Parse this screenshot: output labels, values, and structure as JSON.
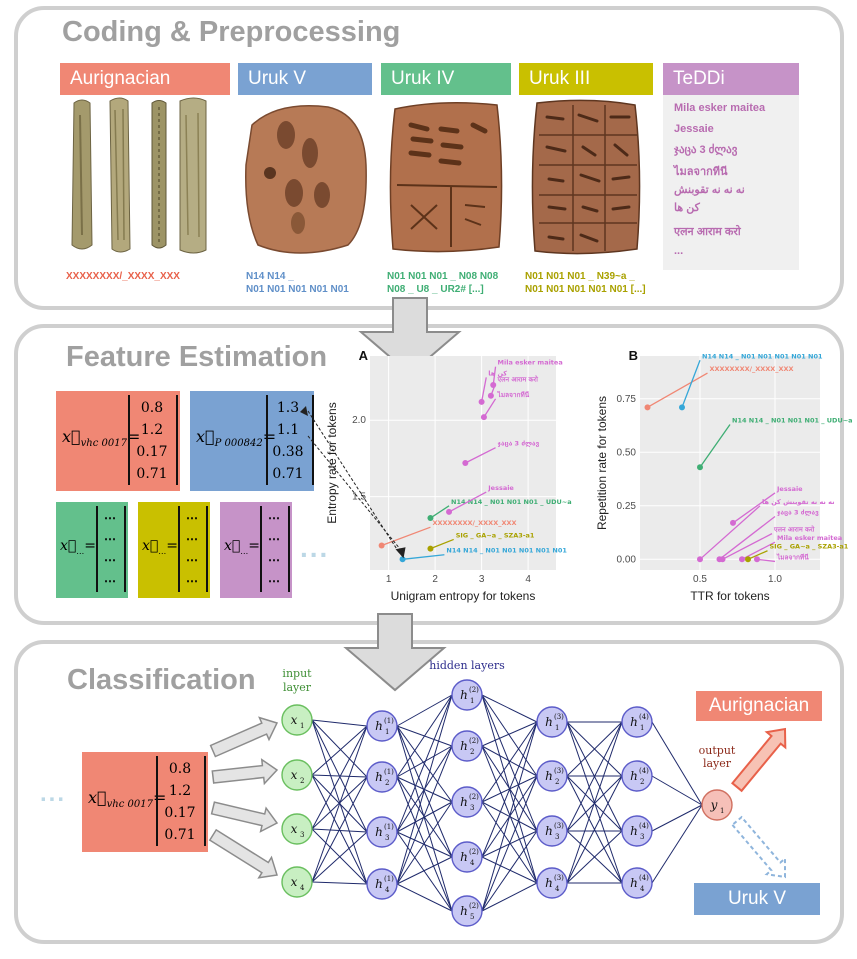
{
  "sections": {
    "coding": "Coding & Preprocessing",
    "feature": "Feature Estimation",
    "classification": "Classification"
  },
  "corpora": [
    {
      "name": "Aurignacian",
      "color": "#f08774",
      "caption": [
        "XXXXXXXX/_XXXX_XXX"
      ],
      "caption_color": "#e8614a"
    },
    {
      "name": "Uruk V",
      "color": "#7aa2d2",
      "caption": [
        "N14 N14 _",
        "N01 N01 N01 N01 N01"
      ],
      "caption_color": "#5f8fc8"
    },
    {
      "name": "Uruk IV",
      "color": "#63c08c",
      "caption": [
        "N01 N01 N01 _ N08 N08",
        "N08 _ U8 _ UR2# [...]"
      ],
      "caption_color": "#3fae74"
    },
    {
      "name": "Uruk III",
      "color": "#c9c000",
      "caption": [
        "N01 N01 N01 _ N39~a _",
        "N01 N01 N01 N01 N01 [...]"
      ],
      "caption_color": "#a9a100"
    },
    {
      "name": "TeDDi",
      "color": "#c693c8",
      "caption": [],
      "caption_color": "#b86bb0"
    }
  ],
  "teddi_lines": [
    "Mila esker maitea",
    "Jessaie",
    "ჯაცა 3 ძლავ",
    "ไมลจากทีนี",
    "نه نه نه تقوبنش",
    "کن ها",
    "एलन आराम करो",
    "..."
  ],
  "vectors": {
    "a": {
      "sub": "vhc 0017",
      "values": [
        "0.8",
        "1.2",
        "0.17",
        "0.71"
      ]
    },
    "b": {
      "sub": "P 000842",
      "values": [
        "1.3",
        "1.1",
        "0.38",
        "0.71"
      ]
    },
    "ellipsis": "⋯",
    "dots": "...",
    "eq": "="
  },
  "chart_data": [
    {
      "panel_label": "A",
      "type": "scatter",
      "xlabel": "Unigram entropy for tokens",
      "ylabel": "Entropy rate for tokens",
      "xlim": [
        0.6,
        4.6
      ],
      "ylim": [
        1.02,
        2.42
      ],
      "xticks": [
        "1",
        "2",
        "3",
        "4"
      ],
      "yticks": [
        "1.5",
        "2.0"
      ],
      "grid": true,
      "points": [
        {
          "x": 0.85,
          "y": 1.18,
          "lx": 1.9,
          "ly": 1.3,
          "label": "XXXXXXXX/_XXXX_XXX",
          "color": "#f08774"
        },
        {
          "x": 1.3,
          "y": 1.09,
          "lx": 2.2,
          "ly": 1.12,
          "label": "N14 N14 _ N01 N01 N01 N01 N01",
          "color": "#35a7d8"
        },
        {
          "x": 1.9,
          "y": 1.16,
          "lx": 2.4,
          "ly": 1.22,
          "label": "SIG _ GA~a _ SZA3-a1",
          "color": "#a9a100"
        },
        {
          "x": 1.9,
          "y": 1.36,
          "lx": 2.3,
          "ly": 1.44,
          "label": "N14 N14 _ N01 N01 N01 _ UDU~a",
          "color": "#3fae74"
        },
        {
          "x": 2.3,
          "y": 1.4,
          "lx": 3.1,
          "ly": 1.53,
          "label": "Jessaie",
          "color": "#d46ad2"
        },
        {
          "x": 2.65,
          "y": 1.72,
          "lx": 3.3,
          "ly": 1.82,
          "label": "ჯაცა 3 ძლავ",
          "color": "#d46ad2"
        },
        {
          "x": 3.05,
          "y": 2.02,
          "lx": 3.3,
          "ly": 2.14,
          "label": "ไมลจากทีนี",
          "color": "#d46ad2"
        },
        {
          "x": 3.0,
          "y": 2.12,
          "lx": 3.1,
          "ly": 2.28,
          "label": "کن ها",
          "color": "#d46ad2"
        },
        {
          "x": 3.2,
          "y": 2.16,
          "lx": 3.3,
          "ly": 2.24,
          "label": "एलन आराम करो",
          "color": "#d46ad2"
        },
        {
          "x": 3.25,
          "y": 2.23,
          "lx": 3.3,
          "ly": 2.35,
          "label": "Mila esker maitea",
          "color": "#d46ad2"
        }
      ]
    },
    {
      "panel_label": "B",
      "type": "scatter",
      "xlabel": "TTR for tokens",
      "ylabel": "Repetition rate for tokens",
      "xlim": [
        0.1,
        1.3
      ],
      "ylim": [
        -0.05,
        0.95
      ],
      "xticks": [
        "0.5",
        "1.0"
      ],
      "yticks": [
        "0.00",
        "0.25",
        "0.50",
        "0.75"
      ],
      "grid": true,
      "points": [
        {
          "x": 0.15,
          "y": 0.71,
          "lx": 0.55,
          "ly": 0.87,
          "label": "XXXXXXXX/_XXXX_XXX",
          "color": "#f08774"
        },
        {
          "x": 0.38,
          "y": 0.71,
          "lx": 0.5,
          "ly": 0.93,
          "label": "N14 N14 _ N01 N01 N01 N01 N01",
          "color": "#35a7d8"
        },
        {
          "x": 0.5,
          "y": 0.43,
          "lx": 0.7,
          "ly": 0.63,
          "label": "N14 N14 _ N01 N01 N01 _ UDU~a",
          "color": "#3fae74"
        },
        {
          "x": 0.5,
          "y": 0.0,
          "lx": 0.9,
          "ly": 0.25,
          "label": "نه نه نه تقوبنش کن ها",
          "color": "#d46ad2"
        },
        {
          "x": 0.72,
          "y": 0.17,
          "lx": 1.0,
          "ly": 0.31,
          "label": "Jessaie",
          "color": "#d46ad2"
        },
        {
          "x": 0.63,
          "y": 0.0,
          "lx": 1.0,
          "ly": 0.2,
          "label": "ჯაცა 3 ძლავ",
          "color": "#d46ad2"
        },
        {
          "x": 0.65,
          "y": 0.0,
          "lx": 0.98,
          "ly": 0.12,
          "label": "एलन आराम करो",
          "color": "#d46ad2"
        },
        {
          "x": 0.78,
          "y": 0.0,
          "lx": 1.0,
          "ly": 0.08,
          "label": "Mila esker maitea",
          "color": "#d46ad2"
        },
        {
          "x": 0.82,
          "y": 0.0,
          "lx": 0.95,
          "ly": 0.04,
          "label": "SIG _ GA~a _ SZA3-a1",
          "color": "#a9a100"
        },
        {
          "x": 0.88,
          "y": 0.0,
          "lx": 1.0,
          "ly": -0.01,
          "label": "ไมลจากทีนี",
          "color": "#d46ad2"
        }
      ]
    }
  ],
  "network": {
    "input_label": [
      "input",
      "layer"
    ],
    "hidden_label": "hidden layers",
    "output_label": [
      "output",
      "layer"
    ],
    "layers": [
      {
        "count": 4,
        "base": "x",
        "sup": "",
        "fill": "#c8efc2",
        "stroke": "#6abf5f"
      },
      {
        "count": 4,
        "base": "h",
        "sup": "(1)",
        "fill": "#c8c8f4",
        "stroke": "#5c5cc9"
      },
      {
        "count": 5,
        "base": "h",
        "sup": "(2)",
        "fill": "#c8c8f4",
        "stroke": "#5c5cc9"
      },
      {
        "count": 4,
        "base": "h",
        "sup": "(3)",
        "fill": "#c8c8f4",
        "stroke": "#5c5cc9"
      },
      {
        "count": 4,
        "base": "h",
        "sup": "(4)",
        "fill": "#c8c8f4",
        "stroke": "#5c5cc9"
      },
      {
        "count": 1,
        "base": "y",
        "sup": "",
        "fill": "#f6c0b8",
        "stroke": "#d07060"
      }
    ]
  },
  "outputs": {
    "top": "Aurignacian",
    "bottom": "Uruk V"
  },
  "colors": {
    "salmon": "#f08774",
    "blue": "#7aa2d2",
    "green": "#63c08c",
    "olive": "#c9c000",
    "purple": "#c693c8",
    "edge": "#1f2a6b"
  }
}
